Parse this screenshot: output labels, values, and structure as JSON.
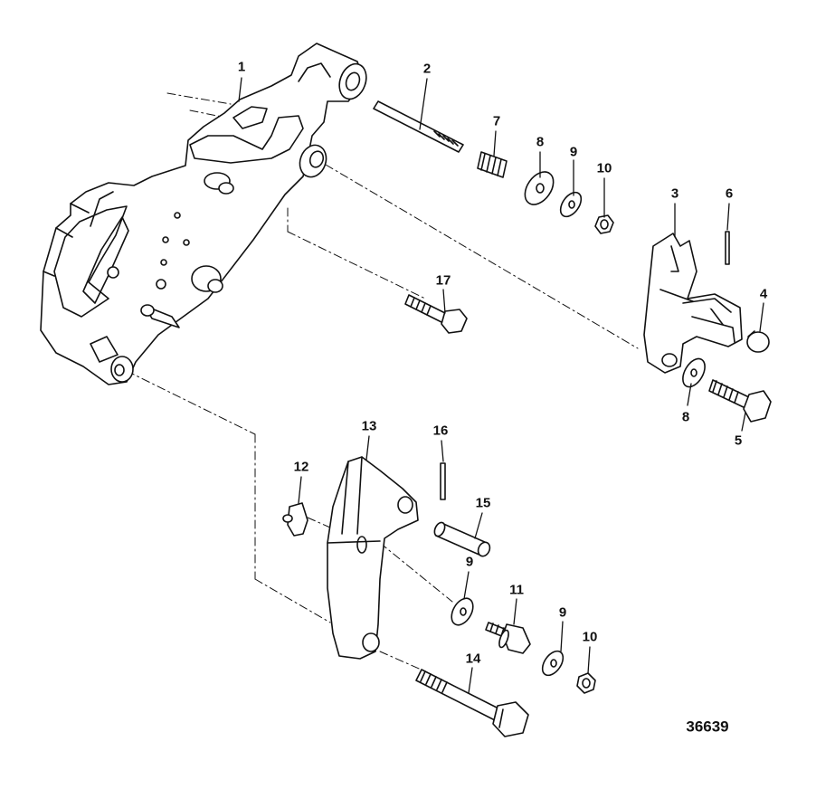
{
  "figure": {
    "id": "36639"
  },
  "callouts": [
    {
      "label": "1"
    },
    {
      "label": "2"
    },
    {
      "label": "3"
    },
    {
      "label": "4"
    },
    {
      "label": "5"
    },
    {
      "label": "6"
    },
    {
      "label": "7"
    },
    {
      "label": "8"
    },
    {
      "label": "8"
    },
    {
      "label": "9"
    },
    {
      "label": "9"
    },
    {
      "label": "9"
    },
    {
      "label": "10"
    },
    {
      "label": "10"
    },
    {
      "label": "11"
    },
    {
      "label": "12"
    },
    {
      "label": "13"
    },
    {
      "label": "14"
    },
    {
      "label": "15"
    },
    {
      "label": "16"
    },
    {
      "label": "17"
    }
  ]
}
